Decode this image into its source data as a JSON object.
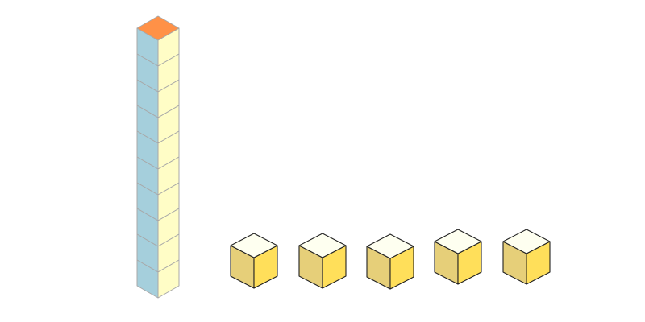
{
  "diagram": {
    "description_type": "base-ten blocks",
    "tens_rods": 1,
    "cubes_per_rod": 10,
    "unit_cubes": 5,
    "colors": {
      "rod_top": "#ff9147",
      "rod_left": "#a5cfdc",
      "rod_right": "#fffdc6",
      "rod_stroke": "#a8a8a8",
      "unit_top": "#fefff0",
      "unit_left": "#e6cf79",
      "unit_right": "#ffdf5a",
      "unit_stroke": "#222222"
    }
  }
}
